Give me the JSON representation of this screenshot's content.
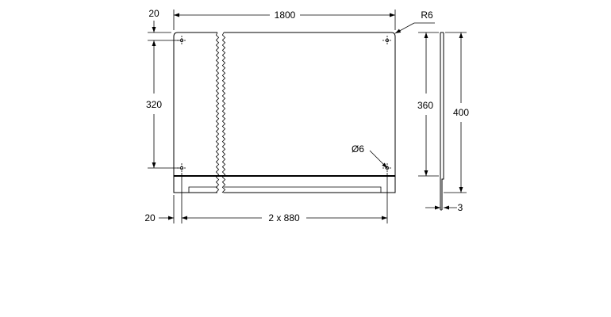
{
  "dimensions": {
    "top_margin": "20",
    "overall_width": "1800",
    "corner_radius": "R6",
    "hole_spacing": "320",
    "panel_height_inner": "360",
    "panel_height_total": "400",
    "hole_diameter": "Ø6",
    "bottom_margin": "20",
    "module_width": "2 x 880",
    "thickness": "3"
  }
}
